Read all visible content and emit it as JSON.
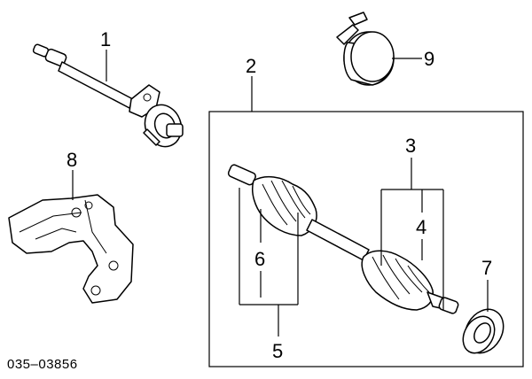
{
  "diagram": {
    "callouts": {
      "c1": "1",
      "c2": "2",
      "c3": "3",
      "c4": "4",
      "c5": "5",
      "c6": "6",
      "c7": "7",
      "c8": "8",
      "c9": "9"
    },
    "reference_code": "035–03856"
  }
}
